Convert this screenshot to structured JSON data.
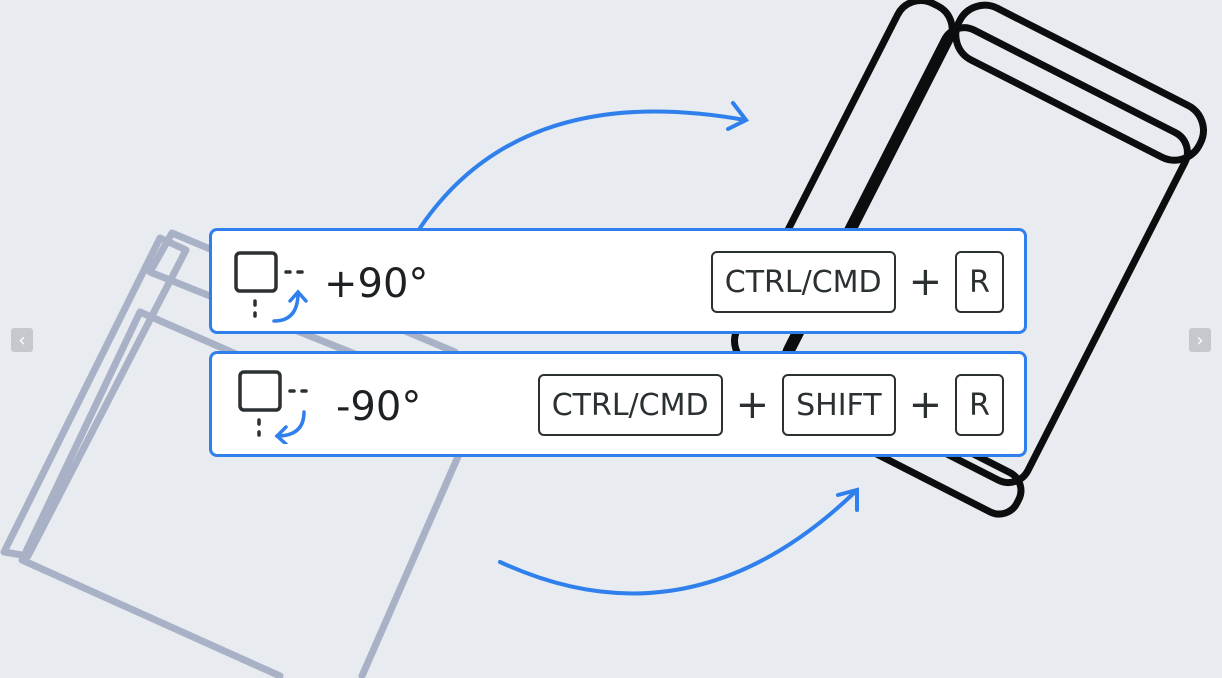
{
  "rotations": [
    {
      "label": "+90°",
      "icon": "rotate-clockwise-icon",
      "keys": [
        "CTRL/CMD",
        "R"
      ]
    },
    {
      "label": "-90°",
      "icon": "rotate-counterclockwise-icon",
      "keys": [
        "CTRL/CMD",
        "SHIFT",
        "R"
      ]
    }
  ],
  "plus": "+",
  "nav": {
    "prev": "‹",
    "next": "›"
  },
  "colors": {
    "accent": "#2f80ed",
    "background": "#e8ebef",
    "ghost": "#a8b1c6"
  }
}
